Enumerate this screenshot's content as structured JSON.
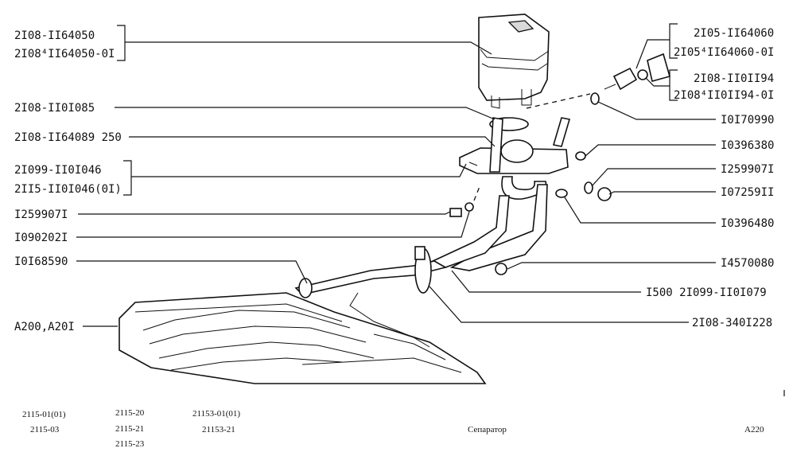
{
  "left_labels": [
    "2I08-II64050",
    "2I08⁴II64050-0I",
    "2I08-II0I085",
    "2I08-II64089 250",
    "2I099-II0I046",
    "2II5-II0I046(0I)",
    "I259907I",
    "I090202I",
    "I0I68590",
    "A200,A20I"
  ],
  "right_labels": [
    "2I05-II64060",
    "2I05⁴II64060-0I",
    "2I08-II0II94",
    "2I08⁴II0II94-0I",
    "I0I70990",
    "I0396380",
    "I259907I",
    "I07259II",
    "I0396480",
    "I4570080",
    "I500 2I099-II0I079",
    "2I08-340I228"
  ],
  "footer": {
    "models_col1": [
      "2115-01(01)",
      "2115-03"
    ],
    "models_col2": [
      "2115-20",
      "2115-21",
      "2115-23"
    ],
    "models_col3": [
      "21153-01(01)",
      "21153-21"
    ],
    "title": "Сепаратор",
    "page_code": "A220"
  }
}
